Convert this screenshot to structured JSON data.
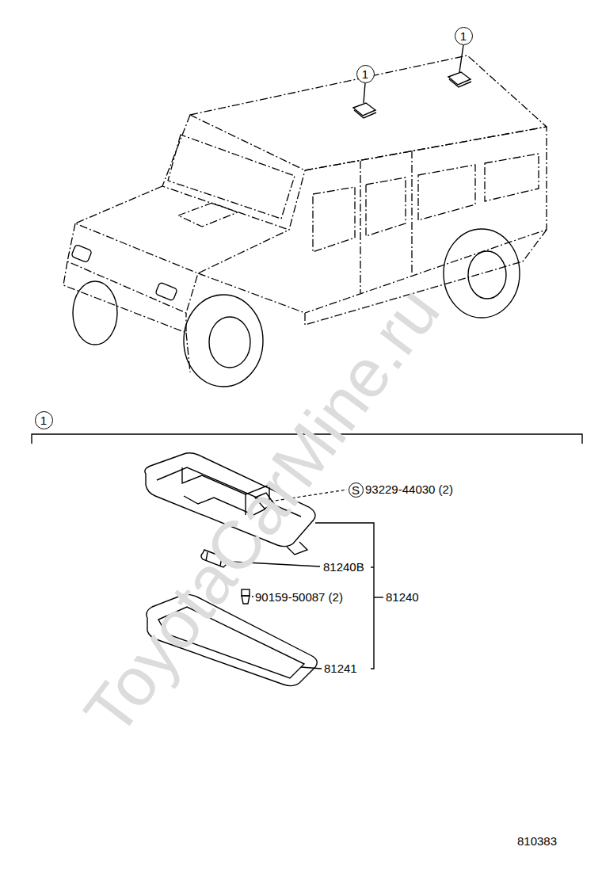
{
  "diagram": {
    "nodes": [
      {
        "text": [
          "1"
        ]
      },
      {
        "text": [
          "1"
        ]
      },
      {
        "text": [
          "1"
        ]
      },
      {
        "text": [
          "S"
        ]
      }
    ],
    "labels": [
      "93229-44030 (2)",
      "81240B",
      "90159-50087 (2)",
      "81240",
      "81241",
      "810383",
      "ToyotaCarMine.ru"
    ]
  }
}
